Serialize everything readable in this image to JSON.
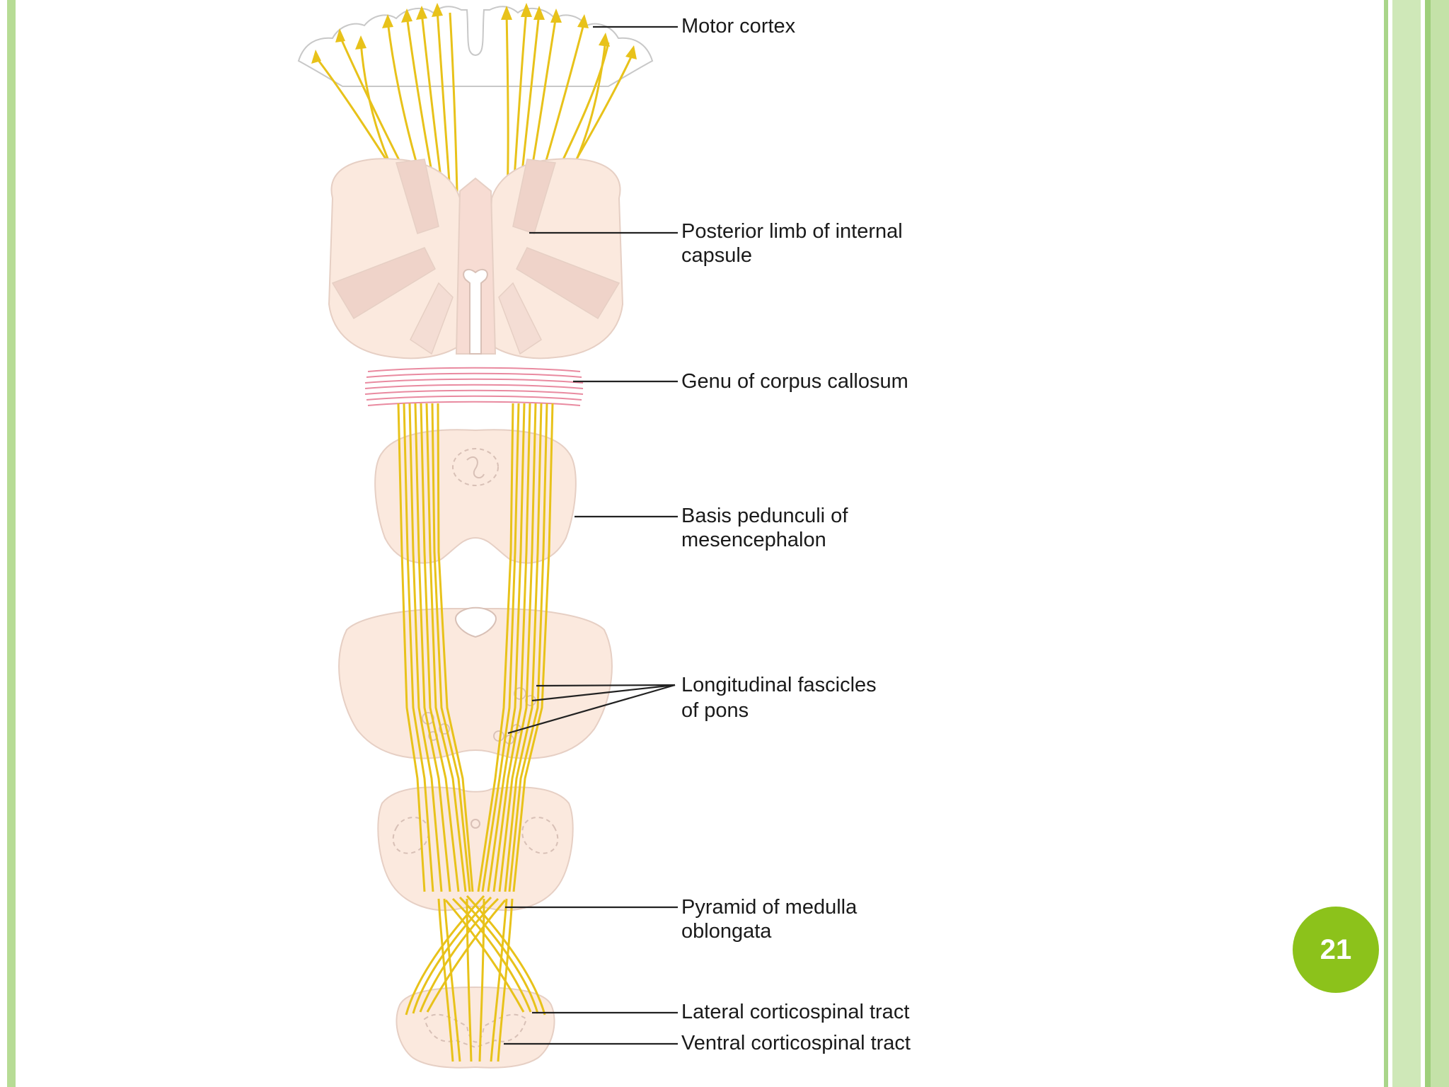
{
  "labels": {
    "motor_cortex": "Motor cortex",
    "internal_capsule_line1": "Posterior limb of internal",
    "internal_capsule_line2": "capsule",
    "corpus_callosum": "Genu of corpus callosum",
    "basis_line1": "Basis pedunculi of",
    "basis_line2": "mesencephalon",
    "pons_line1": "Longitudinal fascicles",
    "pons_line2": "of pons",
    "pyramid_line1": "Pyramid of medulla",
    "pyramid_line2": "oblongata",
    "lateral_tract": "Lateral corticospinal tract",
    "ventral_tract": "Ventral corticospinal tract"
  },
  "page_number": "21",
  "colors": {
    "tract": "#e8c21a",
    "tissue": "#fbe9de",
    "tissue_dark": "#efd3c9",
    "callosum": "#e98aa0",
    "badge": "#8cc21b",
    "border_green": "#b7dc95"
  }
}
